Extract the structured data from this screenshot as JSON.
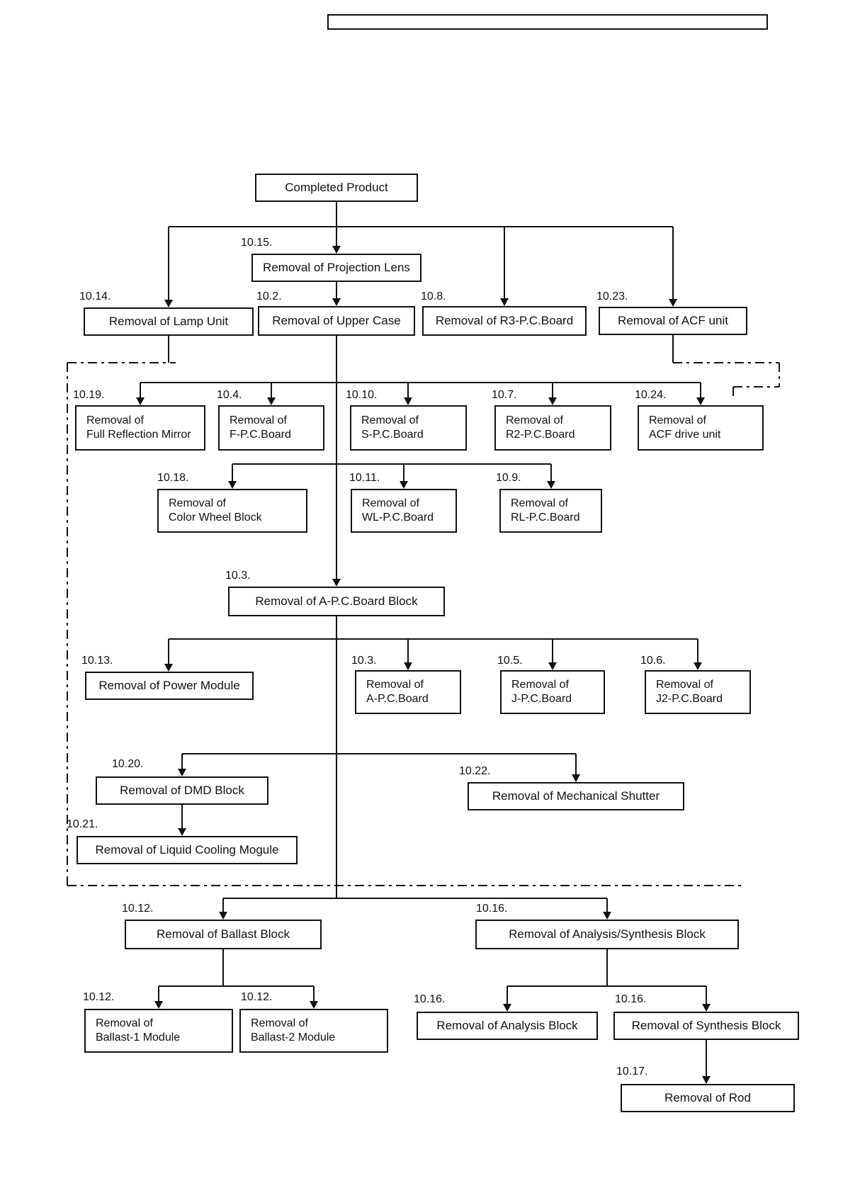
{
  "figure": {
    "header_box_text": "",
    "nodes": [
      {
        "id": "completed-product",
        "num": "",
        "lines": [
          "Completed Product"
        ]
      },
      {
        "id": "projection-lens",
        "num": "10.15.",
        "lines": [
          "Removal of Projection Lens"
        ]
      },
      {
        "id": "lamp-unit",
        "num": "10.14.",
        "lines": [
          "Removal of Lamp Unit"
        ]
      },
      {
        "id": "upper-case",
        "num": "10.2.",
        "lines": [
          "Removal of Upper Case"
        ]
      },
      {
        "id": "r3-pc-board",
        "num": "10.8.",
        "lines": [
          "Removal of R3-P.C.Board"
        ]
      },
      {
        "id": "acf-unit",
        "num": "10.23.",
        "lines": [
          "Removal of ACF unit"
        ]
      },
      {
        "id": "full-reflection-mirror",
        "num": "10.19.",
        "lines": [
          "Removal of",
          "Full Reflection Mirror"
        ]
      },
      {
        "id": "f-pc-board",
        "num": "10.4.",
        "lines": [
          "Removal of",
          "F-P.C.Board"
        ]
      },
      {
        "id": "s-pc-board",
        "num": "10.10.",
        "lines": [
          "Removal of",
          "S-P.C.Board"
        ]
      },
      {
        "id": "r2-pc-board",
        "num": "10.7.",
        "lines": [
          "Removal of",
          "R2-P.C.Board"
        ]
      },
      {
        "id": "acf-drive-unit",
        "num": "10.24.",
        "lines": [
          "Removal of",
          "ACF drive unit"
        ]
      },
      {
        "id": "color-wheel-block",
        "num": "10.18.",
        "lines": [
          "Removal of",
          "Color Wheel Block"
        ]
      },
      {
        "id": "wl-pc-board",
        "num": "10.11.",
        "lines": [
          "Removal of",
          "WL-P.C.Board"
        ]
      },
      {
        "id": "rl-pc-board",
        "num": "10.9.",
        "lines": [
          "Removal of",
          "RL-P.C.Board"
        ]
      },
      {
        "id": "a-pc-board-block",
        "num": "10.3.",
        "lines": [
          "Removal of A-P.C.Board Block"
        ]
      },
      {
        "id": "power-module",
        "num": "10.13.",
        "lines": [
          "Removal of Power Module"
        ]
      },
      {
        "id": "a-pc-board",
        "num": "10.3.",
        "lines": [
          "Removal of",
          "A-P.C.Board"
        ]
      },
      {
        "id": "j-pc-board",
        "num": "10.5.",
        "lines": [
          "Removal of",
          "J-P.C.Board"
        ]
      },
      {
        "id": "j2-pc-board",
        "num": "10.6.",
        "lines": [
          "Removal of",
          "J2-P.C.Board"
        ]
      },
      {
        "id": "dmd-block",
        "num": "10.20.",
        "lines": [
          "Removal of DMD Block"
        ]
      },
      {
        "id": "mechanical-shutter",
        "num": "10.22.",
        "lines": [
          "Removal of Mechanical Shutter"
        ]
      },
      {
        "id": "liquid-cooling-mogule",
        "num": "10.21.",
        "lines": [
          "Removal of Liquid Cooling Mogule"
        ]
      },
      {
        "id": "ballast-block",
        "num": "10.12.",
        "lines": [
          "Removal of Ballast Block"
        ]
      },
      {
        "id": "analysis-synthesis-block",
        "num": "10.16.",
        "lines": [
          "Removal of Analysis/Synthesis Block"
        ]
      },
      {
        "id": "ballast-1-module",
        "num": "10.12.",
        "lines": [
          "Removal of",
          "Ballast-1 Module"
        ]
      },
      {
        "id": "ballast-2-module",
        "num": "10.12.",
        "lines": [
          "Removal of",
          "Ballast-2 Module"
        ]
      },
      {
        "id": "analysis-block",
        "num": "10.16.",
        "lines": [
          "Removal of Analysis Block"
        ]
      },
      {
        "id": "synthesis-block",
        "num": "10.16.",
        "lines": [
          "Removal of Synthesis Block"
        ]
      },
      {
        "id": "rod",
        "num": "10.17.",
        "lines": [
          "Removal of Rod"
        ]
      }
    ]
  }
}
